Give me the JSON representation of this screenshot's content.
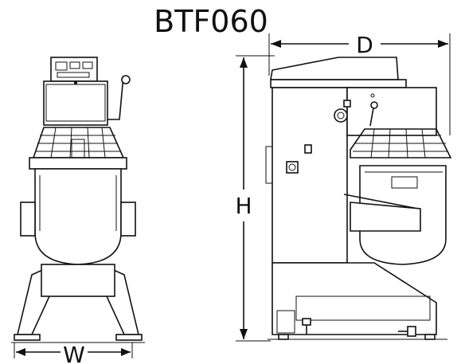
{
  "title": "BTF060",
  "dimensions": {
    "depth": "D",
    "height": "H",
    "width": "W"
  }
}
